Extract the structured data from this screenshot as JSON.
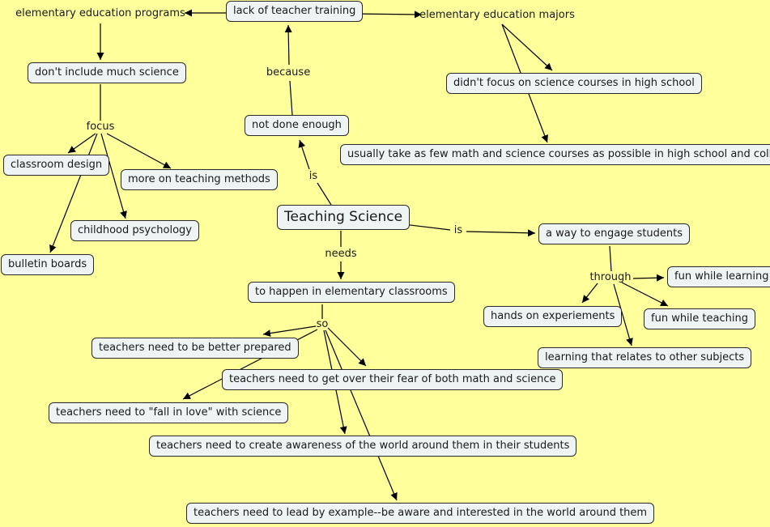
{
  "concept_map": {
    "concepts": {
      "lack_training": "lack of teacher training",
      "elem_programs": "elementary education programs",
      "elem_majors": "elementary education majors",
      "dont_include": "don't include much science",
      "didnt_focus": "didn't focus on science courses in high school",
      "few_courses": "usually take as few math and science courses as possible in high school and college",
      "not_done": "not done enough",
      "classroom_design": "classroom design",
      "teaching_methods": "more on teaching methods",
      "childhood_psych": "childhood psychology",
      "bulletin_boards": "bulletin boards",
      "teaching_science": "Teaching Science",
      "engage": "a way to engage students",
      "fun_learning": "fun while learning",
      "hands_on": "hands on experiements",
      "fun_teaching": "fun while teaching",
      "relates": "learning that relates to other subjects",
      "elem_classrooms": "to happen in elementary classrooms",
      "better_prepared": "teachers need to be better prepared",
      "fear": "teachers need to get over their fear of both math and science",
      "fall_in_love": "teachers need to \"fall in love\" with science",
      "awareness": "teachers need to create awareness of the world around them in their students",
      "lead_example": "teachers need to lead by example--be aware and interested in the world around them"
    },
    "link_labels": {
      "because": "because",
      "focus": "focus",
      "is_up": "is",
      "is_right": "is",
      "needs": "needs",
      "through": "through",
      "so": "so"
    }
  }
}
